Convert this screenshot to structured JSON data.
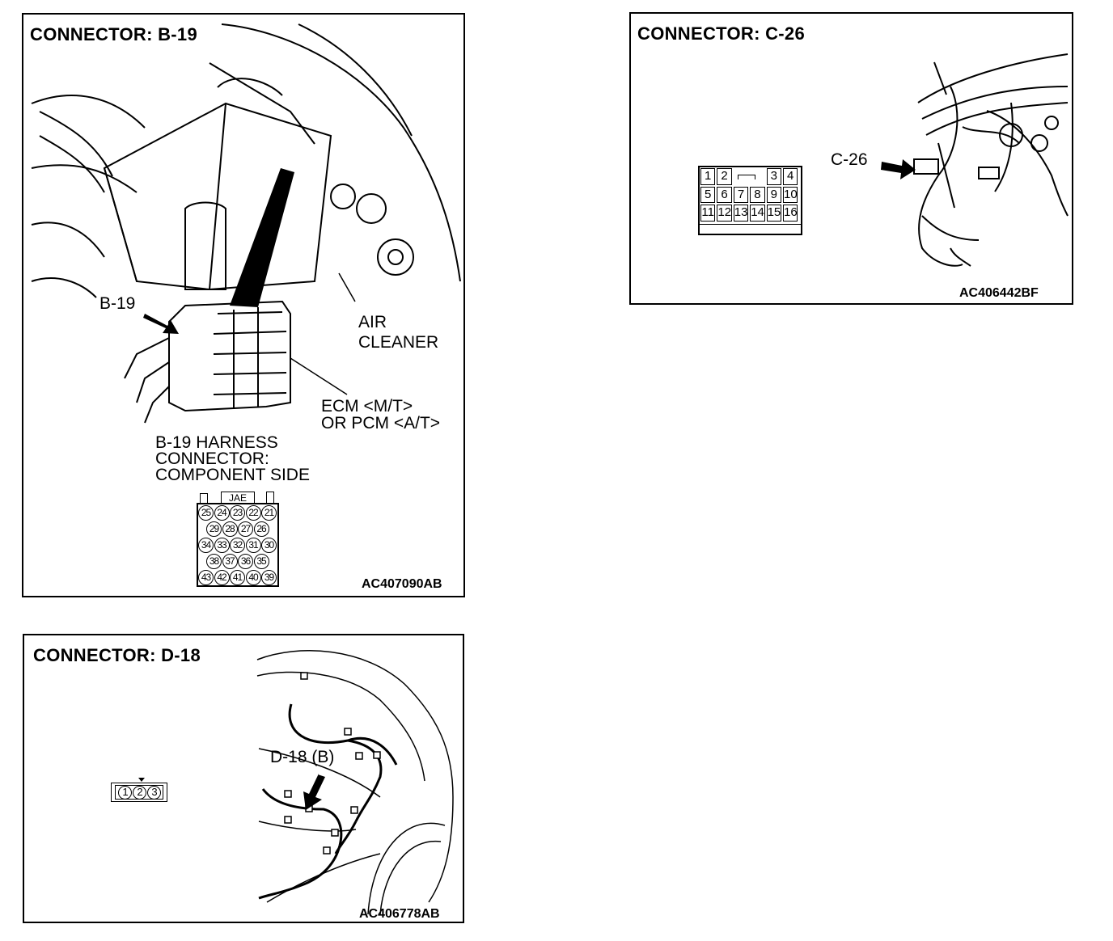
{
  "panel_b19": {
    "title": "CONNECTOR: B-19",
    "callout_b19": "B-19",
    "air_cleaner": [
      "AIR",
      "CLEANER"
    ],
    "ecm": [
      "ECM <M/T>",
      "OR PCM <A/T>"
    ],
    "harness": [
      "B-19 HARNESS",
      "CONNECTOR:",
      "COMPONENT SIDE"
    ],
    "brand": "JAE",
    "pins": [
      [
        "25",
        "24",
        "23",
        "22",
        "21"
      ],
      [
        "29",
        "28",
        "27",
        "26"
      ],
      [
        "34",
        "33",
        "32",
        "31",
        "30"
      ],
      [
        "38",
        "37",
        "36",
        "35"
      ],
      [
        "43",
        "42",
        "41",
        "40",
        "39"
      ]
    ],
    "code": "AC407090AB"
  },
  "panel_c26": {
    "title": "CONNECTOR: C-26",
    "callout": "C-26",
    "pins_row1": [
      "1",
      "2",
      "",
      "",
      "3",
      "4"
    ],
    "pins_row2": [
      "5",
      "6",
      "7",
      "8",
      "9",
      "10"
    ],
    "pins_row3": [
      "11",
      "12",
      "13",
      "14",
      "15",
      "16"
    ],
    "code": "AC406442BF"
  },
  "panel_d18": {
    "title": "CONNECTOR: D-18",
    "callout": "D-18 (B)",
    "pins": [
      "1",
      "2",
      "3"
    ],
    "code": "AC406778AB"
  }
}
